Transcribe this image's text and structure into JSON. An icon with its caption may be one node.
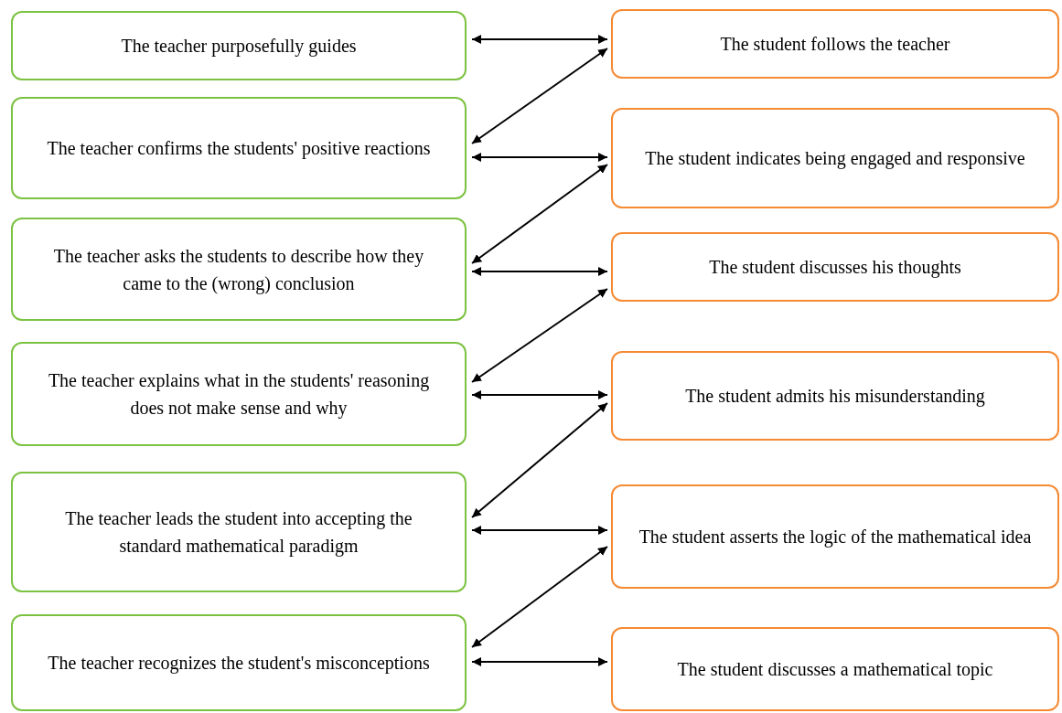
{
  "diagram": {
    "nodes": [
      {
        "text": [
          "The teacher purposefully guides"
        ]
      },
      {
        "text": [
          "The student follows the teacher"
        ]
      },
      {
        "text": [
          "The teacher confirms the students' positive reactions"
        ]
      },
      {
        "text": [
          "The student indicates being engaged and responsive"
        ]
      },
      {
        "text": [
          "The teacher asks the students to describe how they came to the (wrong) conclusion"
        ]
      },
      {
        "text": [
          "The student discusses his thoughts"
        ]
      },
      {
        "text": [
          "The teacher explains what in the students' reasoning does not make sense and why"
        ]
      },
      {
        "text": [
          "The student admits his misunderstanding"
        ]
      },
      {
        "text": [
          "The teacher leads the student into accepting the standard mathematical paradigm"
        ]
      },
      {
        "text": [
          "The student asserts the logic of the mathematical idea"
        ]
      },
      {
        "text": [
          "The teacher recognizes the student's misconceptions"
        ]
      },
      {
        "text": [
          "The student discusses a mathematical topic"
        ]
      }
    ],
    "edges": [
      {
        "from": 0,
        "to": 1,
        "arrow": "both"
      },
      {
        "from": 1,
        "to": 2,
        "arrow": "both"
      },
      {
        "from": 2,
        "to": 3,
        "arrow": "both"
      },
      {
        "from": 3,
        "to": 4,
        "arrow": "both"
      },
      {
        "from": 4,
        "to": 5,
        "arrow": "both"
      },
      {
        "from": 5,
        "to": 6,
        "arrow": "both"
      },
      {
        "from": 6,
        "to": 7,
        "arrow": "both"
      },
      {
        "from": 7,
        "to": 8,
        "arrow": "both"
      },
      {
        "from": 8,
        "to": 9,
        "arrow": "both"
      },
      {
        "from": 9,
        "to": 10,
        "arrow": "both"
      },
      {
        "from": 10,
        "to": 11,
        "arrow": "both"
      }
    ]
  }
}
